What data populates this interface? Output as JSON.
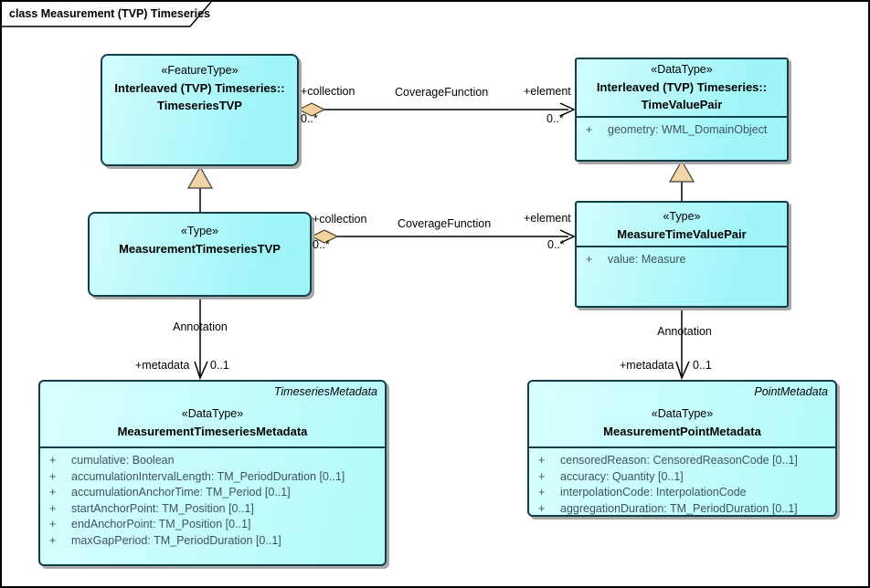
{
  "title": "class Measurement (TVP) Timeseries",
  "colors": {
    "box_fill_light": "#d2fdfe",
    "box_fill_cyan": "#a0f5f8",
    "box_border": "#123f47",
    "shadow": "#a8a8a8",
    "diamond_fill": "#eed2a0",
    "triangle_fill": "#f0d5a7",
    "attribute_text": "#3e535c"
  },
  "classes": {
    "timeseriesTVP": {
      "stereotype": "«FeatureType»",
      "qualifier": "Interleaved (TVP) Timeseries::",
      "name": "TimeseriesTVP"
    },
    "timeValuePair": {
      "stereotype": "«DataType»",
      "qualifier": "Interleaved (TVP) Timeseries::",
      "name": "TimeValuePair",
      "attrs": [
        {
          "vis": "+",
          "text": "geometry: WML_DomainObject"
        }
      ]
    },
    "measurementTimeseriesTVP": {
      "stereotype": "«Type»",
      "name": "MeasurementTimeseriesTVP"
    },
    "measureTimeValuePair": {
      "stereotype": "«Type»",
      "name": "MeasureTimeValuePair",
      "attrs": [
        {
          "vis": "+",
          "text": "value: Measure"
        }
      ]
    },
    "measurementTimeseriesMetadata": {
      "tag": "TimeseriesMetadata",
      "stereotype": "«DataType»",
      "name": "MeasurementTimeseriesMetadata",
      "attrs": [
        {
          "vis": "+",
          "text": "cumulative: Boolean"
        },
        {
          "vis": "+",
          "text": "accumulationIntervalLength: TM_PeriodDuration [0..1]"
        },
        {
          "vis": "+",
          "text": "accumulationAnchorTime: TM_Period [0..1]"
        },
        {
          "vis": "+",
          "text": "startAnchorPoint: TM_Position [0..1]"
        },
        {
          "vis": "+",
          "text": "endAnchorPoint: TM_Position [0..1]"
        },
        {
          "vis": "+",
          "text": "maxGapPeriod: TM_PeriodDuration [0..1]"
        }
      ]
    },
    "measurementPointMetadata": {
      "tag": "PointMetadata",
      "stereotype": "«DataType»",
      "name": "MeasurementPointMetadata",
      "attrs": [
        {
          "vis": "+",
          "text": "censoredReason: CensoredReasonCode [0..1]"
        },
        {
          "vis": "+",
          "text": "accuracy: Quantity [0..1]"
        },
        {
          "vis": "+",
          "text": "interpolationCode: InterpolationCode"
        },
        {
          "vis": "+",
          "text": "aggregationDuration: TM_PeriodDuration [0..1]"
        }
      ]
    }
  },
  "connectors": {
    "assoc1": {
      "name": "CoverageFunction",
      "sourceRole": "+collection",
      "sourceCard": "0..*",
      "targetRole": "+element",
      "targetCard": "0..*"
    },
    "assoc2": {
      "name": "CoverageFunction",
      "sourceRole": "+collection",
      "sourceCard": "0..*",
      "targetRole": "+element",
      "targetCard": "0..*"
    },
    "ann1": {
      "name": "Annotation",
      "role": "+metadata",
      "card": "0..1"
    },
    "ann2": {
      "name": "Annotation",
      "role": "+metadata",
      "card": "0..1"
    }
  }
}
